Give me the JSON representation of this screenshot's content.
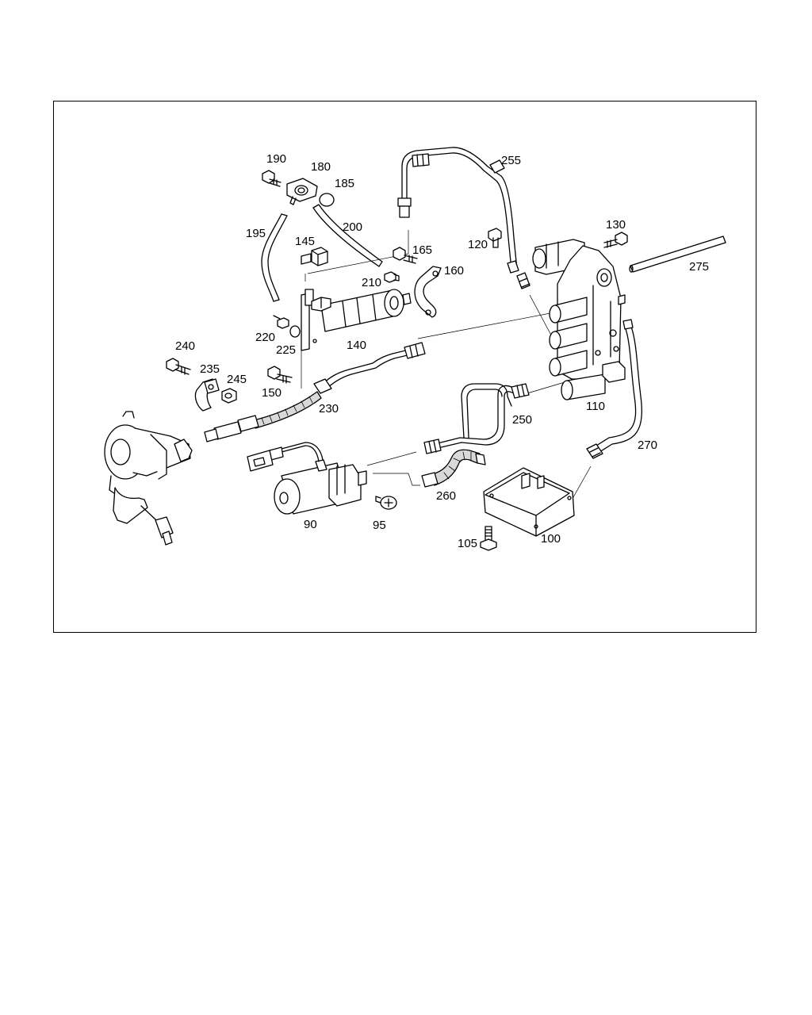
{
  "diagram": {
    "part_numbers": {
      "p90": "90",
      "p95": "95",
      "p100": "100",
      "p105": "105",
      "p110": "110",
      "p120": "120",
      "p130": "130",
      "p140": "140",
      "p145": "145",
      "p150": "150",
      "p160": "160",
      "p165": "165",
      "p180": "180",
      "p185": "185",
      "p190": "190",
      "p195": "195",
      "p200": "200",
      "p210": "210",
      "p220": "220",
      "p225": "225",
      "p230": "230",
      "p235": "235",
      "p240": "240",
      "p245": "245",
      "p250": "250",
      "p255": "255",
      "p260": "260",
      "p270": "270",
      "p275": "275"
    }
  }
}
